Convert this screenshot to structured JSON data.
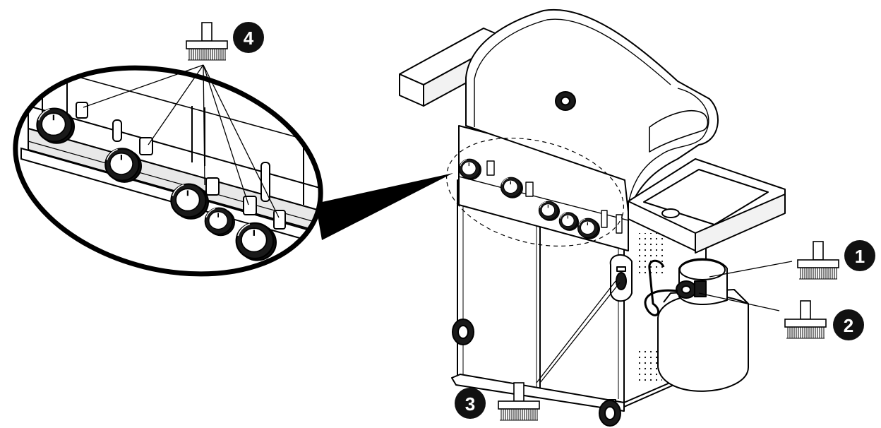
{
  "diagram": {
    "subject": "gas-grill-leak-test-points",
    "colors": {
      "line": "#000000",
      "background": "#ffffff",
      "shade": "#d9d9d9",
      "callout_fill": "#111111",
      "callout_text": "#ffffff"
    },
    "callouts": [
      {
        "number": "1"
      },
      {
        "number": "2"
      },
      {
        "number": "3"
      },
      {
        "number": "4"
      }
    ]
  }
}
